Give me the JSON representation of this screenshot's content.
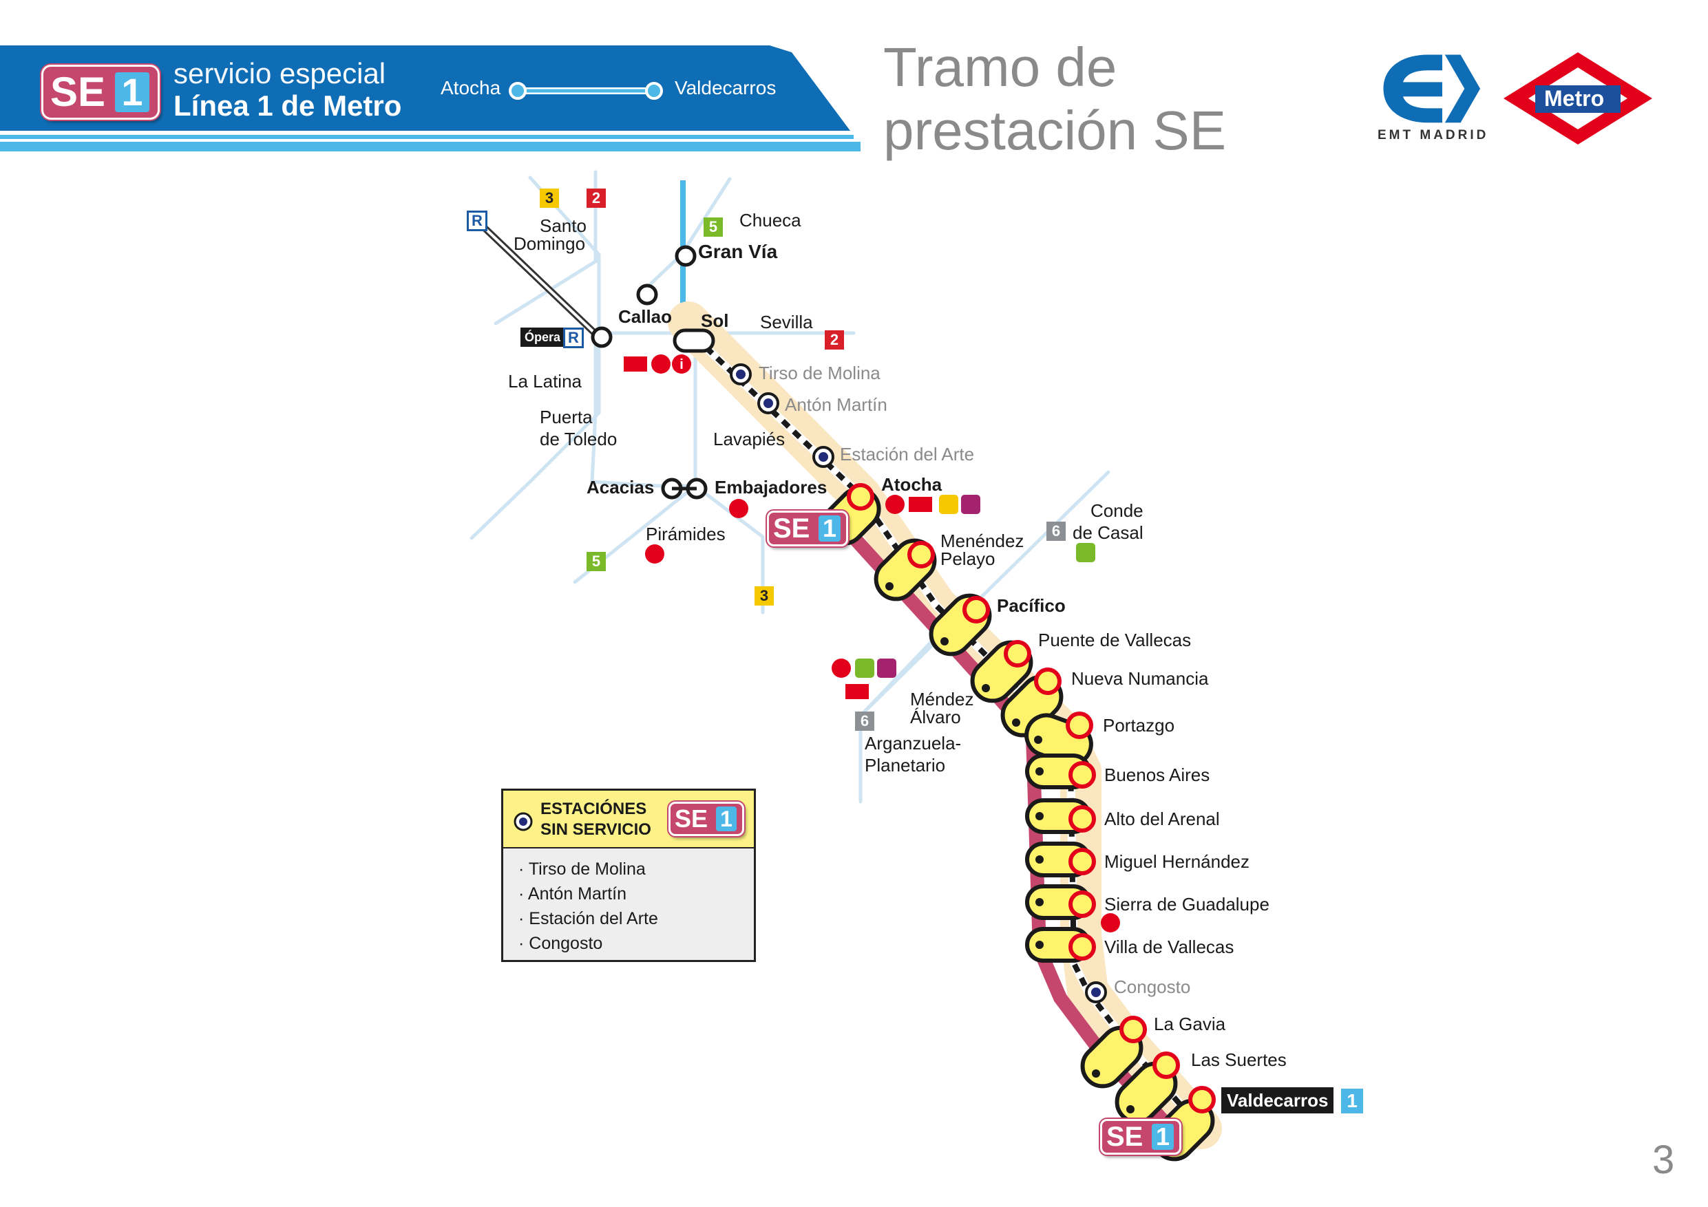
{
  "header": {
    "se_text": "SE",
    "se_number": "1",
    "title_line1_light": "servicio",
    "title_line1_rest": "especial",
    "title_line2": "Línea 1 de Metro",
    "route_from": "Atocha",
    "route_to": "Valdecarros"
  },
  "section_title": {
    "line1": "Tramo de",
    "line2": "prestación SE"
  },
  "logos": {
    "emt_text": "EMT MADRID",
    "metro_text": "Metro"
  },
  "colors": {
    "header_blue": "#0f6db5",
    "se_pink": "#c6476d",
    "line1_blue": "#4db8e8",
    "highlight_band": "#fbe6c2",
    "station_red": "#e3001b",
    "station_yellow": "#fff36b",
    "legend_yellow": "#fdf287",
    "metro_red": "#e3001b",
    "metro_blue": "#1c4f9c"
  },
  "stations": {
    "santo_domingo": "Santo\nDomingo",
    "chueca": "Chueca",
    "gran_via": "Gran Vía",
    "callao": "Callao",
    "sol": "Sol",
    "sevilla": "Sevilla",
    "opera": "Ópera",
    "la_latina": "La Latina",
    "tirso_de_molina": "Tirso de Molina",
    "anton_martin": "Antón Martín",
    "puerta_de_toledo_1": "Puerta",
    "puerta_de_toledo_2": "de Toledo",
    "lavapies": "Lavapiés",
    "estacion_del_arte": "Estación del Arte",
    "acacias": "Acacias",
    "embajadores": "Embajadores",
    "atocha": "Atocha",
    "piramides": "Pirámides",
    "menendez_pelayo_1": "Menéndez",
    "menendez_pelayo_2": "Pelayo",
    "conde_de_casal_1": "Conde",
    "conde_de_casal_2": "de Casal",
    "pacifico": "Pacífico",
    "puente_de_vallecas": "Puente de Vallecas",
    "nueva_numancia": "Nueva Numancia",
    "mendez_alvaro_1": "Méndez",
    "mendez_alvaro_2": "Álvaro",
    "portazgo": "Portazgo",
    "arganzuela_1": "Arganzuela-",
    "arganzuela_2": "Planetario",
    "buenos_aires": "Buenos Aires",
    "alto_del_arenal": "Alto del Arenal",
    "miguel_hernandez": "Miguel Hernández",
    "sierra_de_guadalupe": "Sierra de Guadalupe",
    "villa_de_vallecas": "Villa de Vallecas",
    "congosto": "Congosto",
    "la_gavia": "La Gavia",
    "las_suertes": "Las Suertes",
    "valdecarros": "Valdecarros"
  },
  "line_badges": {
    "l3": "3",
    "l2": "2",
    "l5": "5",
    "l6": "6",
    "l1": "1",
    "r": "R"
  },
  "legend": {
    "title_line1": "ESTACIÓNES",
    "title_line2": "SIN SERVICIO",
    "items": [
      "· Tirso de Molina",
      "· Antón Martín",
      "· Estación del Arte",
      "· Congosto"
    ]
  },
  "page_number": "3"
}
